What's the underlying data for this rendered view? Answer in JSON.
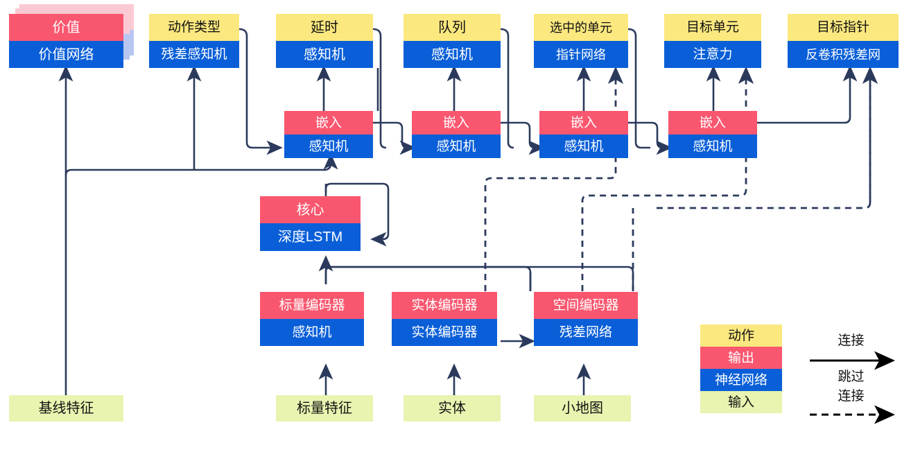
{
  "diagram": {
    "title": "AlphaStar-style agent architecture (Chinese labels)",
    "colors": {
      "action": "#fbe87f",
      "output": "#f9576f",
      "neural_network": "#0a5fd8",
      "input": "#e8f4b0",
      "wire": "#2b3a5c",
      "ghost_output": "#fbc9d4",
      "ghost_nn": "#b8c6f2"
    },
    "nodes": [
      {
        "id": "value",
        "top_label": "价值",
        "bottom_label": "价值网络",
        "top_kind": "output",
        "bottom_kind": "nn"
      },
      {
        "id": "action_type",
        "top_label": "动作类型",
        "bottom_label": "残差感知机",
        "top_kind": "action",
        "bottom_kind": "nn"
      },
      {
        "id": "delay",
        "top_label": "延时",
        "bottom_label": "感知机",
        "top_kind": "action",
        "bottom_kind": "nn"
      },
      {
        "id": "queue",
        "top_label": "队列",
        "bottom_label": "感知机",
        "top_kind": "action",
        "bottom_kind": "nn"
      },
      {
        "id": "selected_units",
        "top_label": "选中的单元",
        "bottom_label": "指针网络",
        "top_kind": "action",
        "bottom_kind": "nn"
      },
      {
        "id": "target_unit",
        "top_label": "目标单元",
        "bottom_label": "注意力",
        "top_kind": "action",
        "bottom_kind": "nn"
      },
      {
        "id": "target_point",
        "top_label": "目标指针",
        "bottom_label": "反卷积残差网",
        "top_kind": "action",
        "bottom_kind": "nn"
      },
      {
        "id": "embed_1",
        "top_label": "嵌入",
        "bottom_label": "感知机",
        "top_kind": "output",
        "bottom_kind": "nn"
      },
      {
        "id": "embed_2",
        "top_label": "嵌入",
        "bottom_label": "感知机",
        "top_kind": "output",
        "bottom_kind": "nn"
      },
      {
        "id": "embed_3",
        "top_label": "嵌入",
        "bottom_label": "感知机",
        "top_kind": "output",
        "bottom_kind": "nn"
      },
      {
        "id": "embed_4",
        "top_label": "嵌入",
        "bottom_label": "感知机",
        "top_kind": "output",
        "bottom_kind": "nn"
      },
      {
        "id": "core",
        "top_label": "核心",
        "bottom_label": "深度LSTM",
        "top_kind": "output",
        "bottom_kind": "nn"
      },
      {
        "id": "scalar_encoder",
        "top_label": "标量编码器",
        "bottom_label": "感知机",
        "top_kind": "output",
        "bottom_kind": "nn"
      },
      {
        "id": "entity_encoder",
        "top_label": "实体编码器",
        "bottom_label": "实体编码器",
        "top_kind": "output",
        "bottom_kind": "nn"
      },
      {
        "id": "spatial_encoder",
        "top_label": "空间编码器",
        "bottom_label": "残差网络",
        "top_kind": "output",
        "bottom_kind": "nn"
      }
    ],
    "inputs": [
      {
        "id": "baseline_features",
        "label": "基线特征"
      },
      {
        "id": "scalar_features",
        "label": "标量特征"
      },
      {
        "id": "entities",
        "label": "实体"
      },
      {
        "id": "minimap",
        "label": "小地图"
      }
    ],
    "legend": {
      "stack": [
        {
          "id": "legend-action",
          "label": "动作",
          "kind": "action"
        },
        {
          "id": "legend-output",
          "label": "输出",
          "kind": "output"
        },
        {
          "id": "legend-nn",
          "label": "神经网络",
          "kind": "nn"
        },
        {
          "id": "legend-input",
          "label": "输入",
          "kind": "input"
        }
      ],
      "arrows": [
        {
          "id": "legend-connection",
          "label": "连接",
          "style": "solid"
        },
        {
          "id": "legend-skip-connection",
          "label_line1": "跳过",
          "label_line2": "连接",
          "style": "dashed"
        }
      ]
    }
  }
}
